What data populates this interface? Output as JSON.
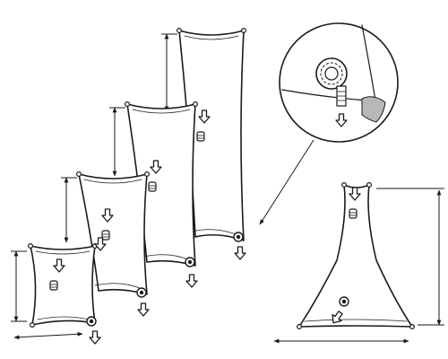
{
  "diagram": {
    "icons": [
      "fill-valve-icon",
      "drain-arrow-icon",
      "dimension-arrow-icon",
      "magnifier-detail-icon"
    ],
    "colors": {
      "line": "#1a1a1a",
      "background": "#ffffff",
      "tab": "#b8b8b8"
    },
    "bag_sizes": [
      "size-1",
      "size-2",
      "size-3",
      "size-4"
    ],
    "shapes": [
      "pillow-bag",
      "pyramid-bag"
    ]
  }
}
